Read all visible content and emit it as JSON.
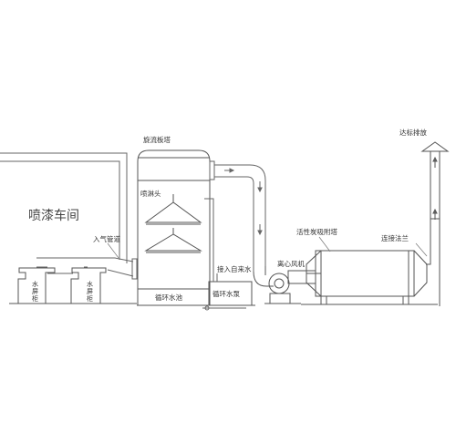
{
  "diagram": {
    "workshop_label": "喷漆车间",
    "inlet_pipe_label": "入气管道",
    "water_cabinet_left_label": "水\n屏\n柜",
    "water_cabinet_right_label": "水\n屏\n柜",
    "tower_label": "旋流板塔",
    "spray_label": "喷淋头",
    "circ_pool_label": "循环水池",
    "tap_water_label": "接入自来水",
    "circ_pump_label": "循环水泵",
    "fan_label": "离心风机",
    "carbon_tower_label": "活性炭吸附塔",
    "flange_label": "连接法兰",
    "exhaust_label": "达标排放"
  },
  "colors": {
    "line": "#555555",
    "pipe": "#6a6a6a",
    "light": "#9a9a9a"
  }
}
